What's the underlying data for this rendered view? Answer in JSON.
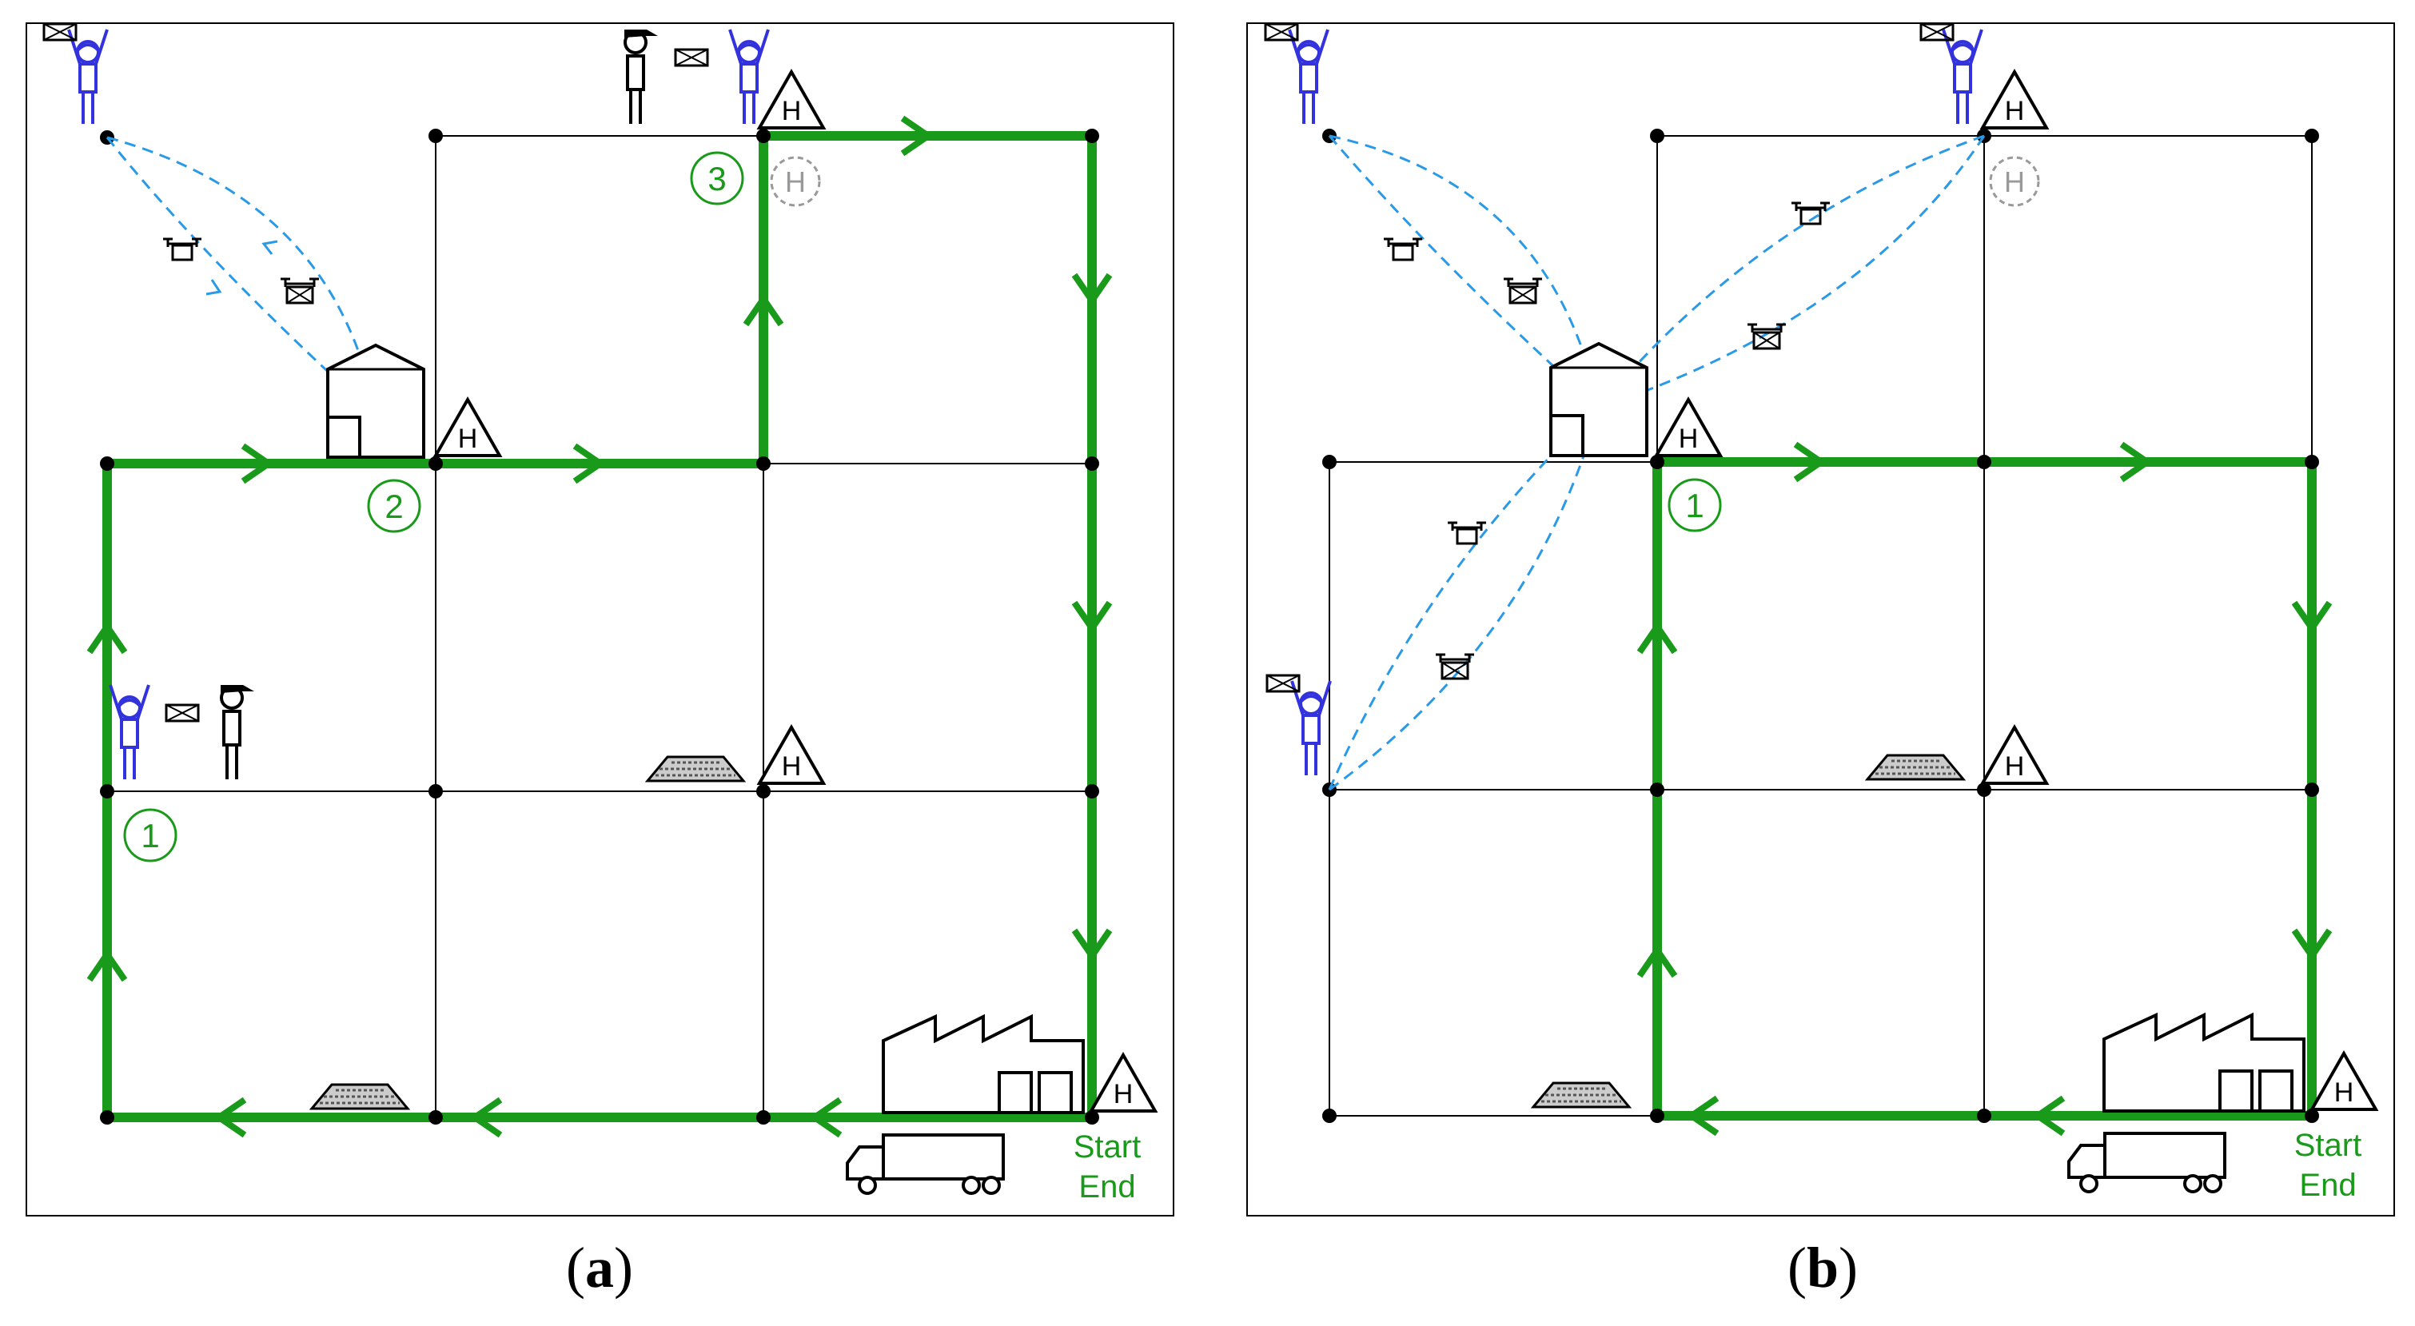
{
  "colors": {
    "route": "#1a9a1a",
    "drone_path": "#2a9ae6",
    "customer": "#3333dd",
    "grid": "#000000"
  },
  "panels": [
    {
      "id": "a",
      "caption_letter": "a",
      "waypoints": [
        "1",
        "2",
        "3"
      ],
      "start_label": "Start",
      "end_label": "End",
      "helipad_label": "H"
    },
    {
      "id": "b",
      "caption_letter": "b",
      "waypoints": [
        "1"
      ],
      "start_label": "Start",
      "end_label": "End",
      "helipad_label": "H"
    }
  ],
  "icons": [
    "customer-icon",
    "courier-icon",
    "warehouse-icon",
    "factory-icon",
    "truck-icon",
    "drone-icon",
    "helipad-icon",
    "rubble-icon"
  ]
}
